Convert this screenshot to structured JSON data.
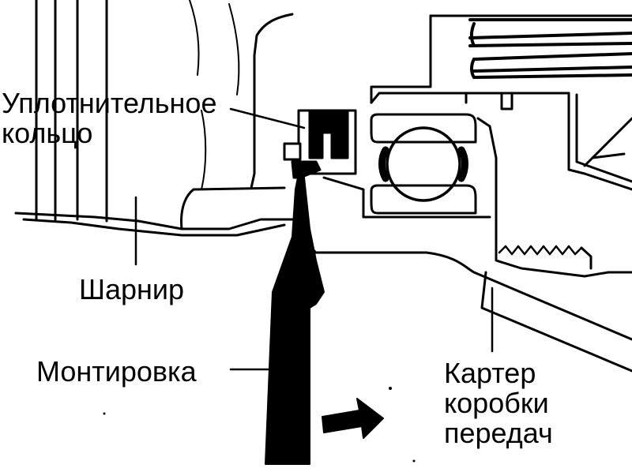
{
  "labels": {
    "seal_ring": "Уплотнительное\nкольцо",
    "hinge": "Шарнир",
    "pry_bar": "Монтировка",
    "gearbox_housing": "Картер\nкоробки\nпередач"
  },
  "colors": {
    "ink": "#000000",
    "paper": "#ffffff"
  }
}
